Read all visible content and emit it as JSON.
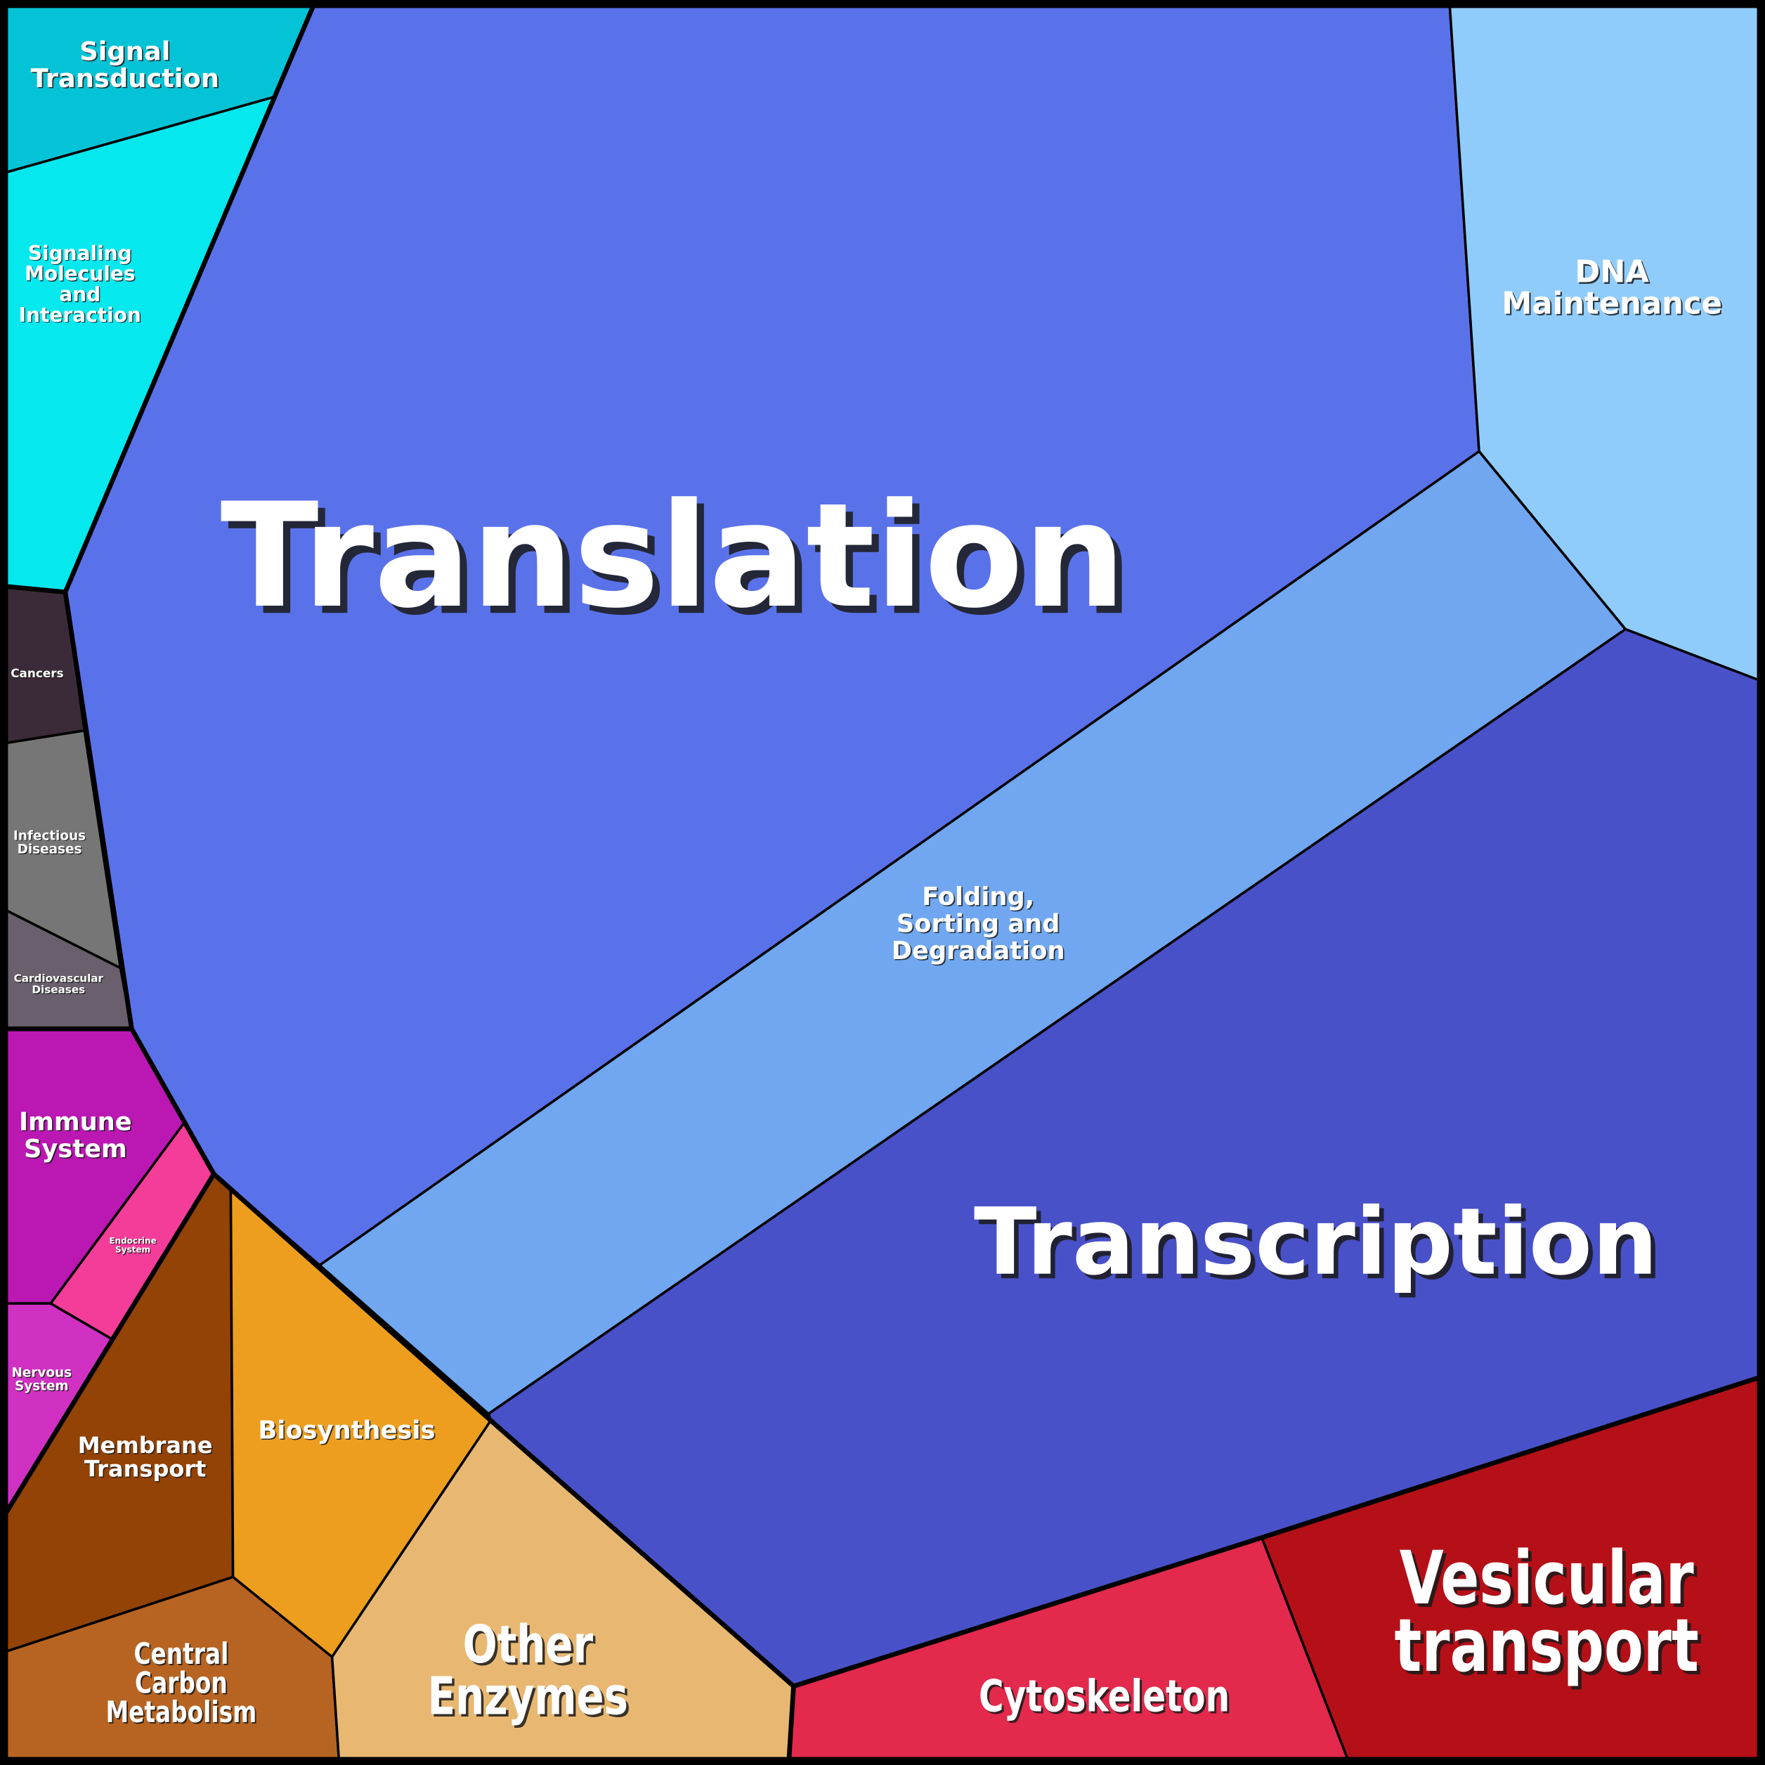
{
  "title": "Voronoi treemap of functional categories",
  "cells": {
    "signal_transduction": {
      "lines": [
        "Signal",
        "Transduction"
      ],
      "color": "#05c3d6"
    },
    "signaling_molecules": {
      "lines": [
        "Signaling",
        "Molecules",
        "and",
        "Interaction"
      ],
      "color": "#05e8ee"
    },
    "translation": {
      "lines": [
        "Translation"
      ],
      "color": "#5a72e9"
    },
    "dna_maintenance": {
      "lines": [
        "DNA",
        "Maintenance"
      ],
      "color": "#90ccfb"
    },
    "folding": {
      "lines": [
        "Folding,",
        "Sorting and",
        "Degradation"
      ],
      "color": "#70a7f0"
    },
    "transcription": {
      "lines": [
        "Transcription"
      ],
      "color": "#4951c8"
    },
    "cancers": {
      "lines": [
        "Cancers"
      ],
      "color": "#3b2b38"
    },
    "infectious_diseases": {
      "lines": [
        "Infectious",
        "Diseases"
      ],
      "color": "#767676"
    },
    "cardiovascular": {
      "lines": [
        "Cardiovascular",
        "Diseases"
      ],
      "color": "#6a5f6c"
    },
    "immune_system": {
      "lines": [
        "Immune",
        "System"
      ],
      "color": "#bb17b3"
    },
    "endocrine_system": {
      "lines": [
        "Endocrine",
        "System"
      ],
      "color": "#f43d99"
    },
    "nervous_system": {
      "lines": [
        "Nervous",
        "System"
      ],
      "color": "#d031c3"
    },
    "membrane_transport": {
      "lines": [
        "Membrane",
        "Transport"
      ],
      "color": "#924305"
    },
    "biosynthesis": {
      "lines": [
        "Biosynthesis"
      ],
      "color": "#ed9e1f"
    },
    "central_carbon": {
      "lines": [
        "Central",
        "Carbon",
        "Metabolism"
      ],
      "color": "#b76422"
    },
    "other_enzymes": {
      "lines": [
        "Other",
        "Enzymes"
      ],
      "color": "#e8b872"
    },
    "cytoskeleton": {
      "lines": [
        "Cytoskeleton"
      ],
      "color": "#e3294c"
    },
    "vesicular_transport": {
      "lines": [
        "Vesicular",
        "transport"
      ],
      "color": "#b51018"
    }
  }
}
